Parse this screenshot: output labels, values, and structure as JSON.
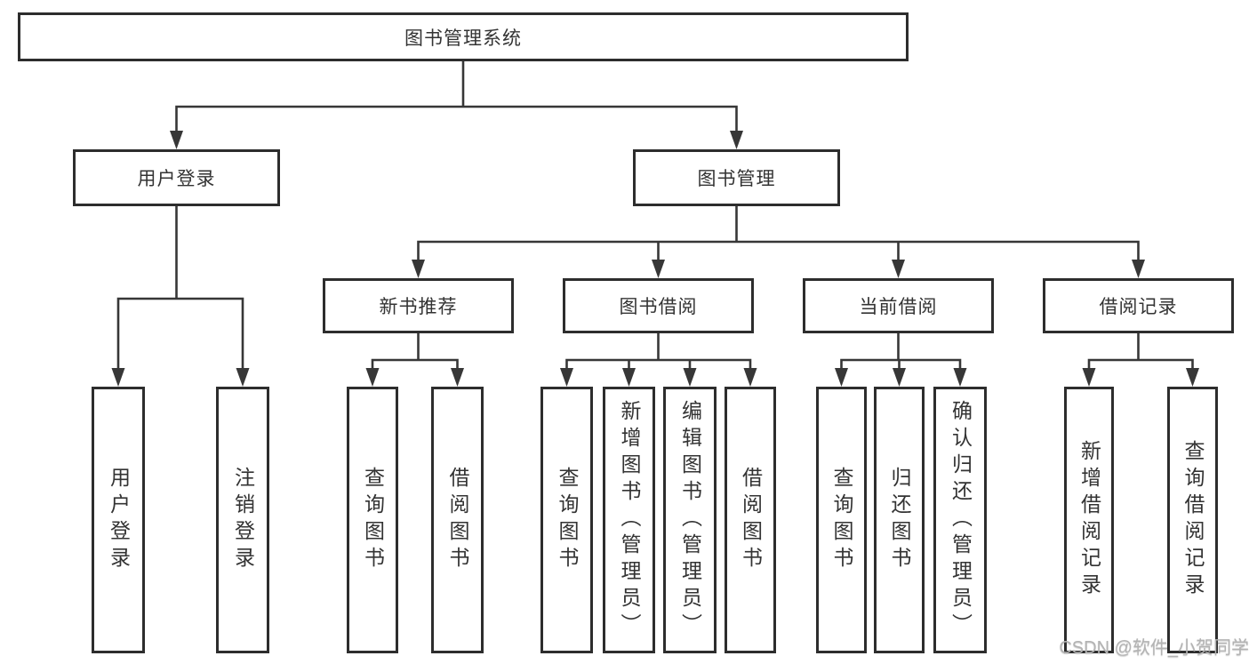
{
  "diagram_type": "tree",
  "root": {
    "label": "图书管理系统"
  },
  "level2": [
    {
      "label": "用户登录"
    },
    {
      "label": "图书管理"
    }
  ],
  "level3": [
    {
      "label": "新书推荐"
    },
    {
      "label": "图书借阅"
    },
    {
      "label": "当前借阅"
    },
    {
      "label": "借阅记录"
    }
  ],
  "leaves": {
    "user_login": [
      {
        "label": "用户登录"
      },
      {
        "label": "注销登录"
      }
    ],
    "new_book_recommend": [
      {
        "label": "查询图书"
      },
      {
        "label": "借阅图书"
      }
    ],
    "book_borrow": [
      {
        "label": "查询图书"
      },
      {
        "label": "新增图书（管理员）"
      },
      {
        "label": "编辑图书（管理员）"
      },
      {
        "label": "借阅图书"
      }
    ],
    "current_borrow": [
      {
        "label": "查询图书"
      },
      {
        "label": "归还图书"
      },
      {
        "label": "确认归还（管理员）"
      }
    ],
    "borrow_records": [
      {
        "label": "新增借阅记录"
      },
      {
        "label": "查询借阅记录"
      }
    ]
  },
  "watermark": "CSDN @软件_小贺同学",
  "colors": {
    "line": "#373737",
    "box_border": "#2d2d2d",
    "text": "#333333",
    "watermark": "#b3b3b3",
    "background": "#ffffff"
  }
}
